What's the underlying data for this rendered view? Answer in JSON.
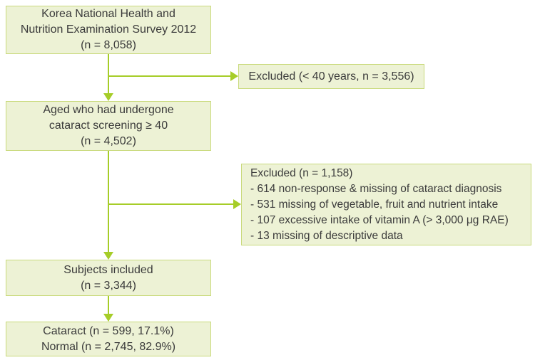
{
  "colors": {
    "box_fill": "#edf2d5",
    "box_border": "#c9da7c",
    "arrow": "#a6cd28",
    "text": "#3b3b3b"
  },
  "flow": {
    "survey_box": {
      "lines": [
        "Korea National Health and",
        "Nutrition Examination Survey 2012",
        "(n = 8,058)"
      ]
    },
    "excluded_age_box": {
      "label": "Excluded (< 40 years, n = 3,556)"
    },
    "aged_box": {
      "lines": [
        "Aged who had undergone",
        "cataract screening ≥ 40",
        "(n = 4,502)"
      ]
    },
    "excluded_detail_box": {
      "lines": [
        "Excluded (n = 1,158)",
        "- 614 non-response & missing of cataract diagnosis",
        "- 531 missing of vegetable, fruit and nutrient intake",
        "- 107 excessive intake of vitamin A (> 3,000 μg RAE)",
        "- 13 missing of descriptive data"
      ]
    },
    "included_box": {
      "lines": [
        "Subjects included",
        "(n = 3,344)"
      ]
    },
    "outcome_box": {
      "lines": [
        "Cataract (n = 599, 17.1%)",
        "Normal (n = 2,745, 82.9%)"
      ]
    }
  }
}
